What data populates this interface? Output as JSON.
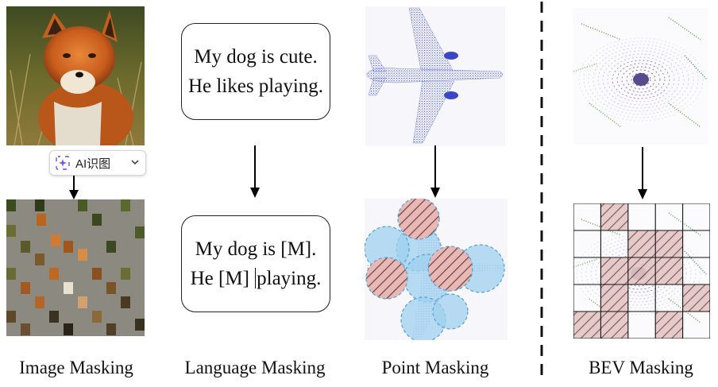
{
  "captions": {
    "image": "Image Masking",
    "language": "Language Masking",
    "point": "Point Masking",
    "bev": "BEV Masking"
  },
  "language": {
    "original_line1": "My dog is cute.",
    "original_line2": "He likes playing.",
    "masked_line1": "My dog is [M].",
    "masked_line2_a": "He [M] ",
    "masked_line2_b": "playing."
  },
  "ai_chip": {
    "label": "AI识图",
    "icon": "ai-sparkle-icon",
    "chevron": "chevron-down-icon"
  },
  "colors": {
    "mask_gray": "#8c8a80",
    "point_blue": "#3a48c8",
    "circle_blue": "#9fd0ee",
    "circle_red": "#e9b7b4",
    "hatch": "#6b4e4e"
  }
}
